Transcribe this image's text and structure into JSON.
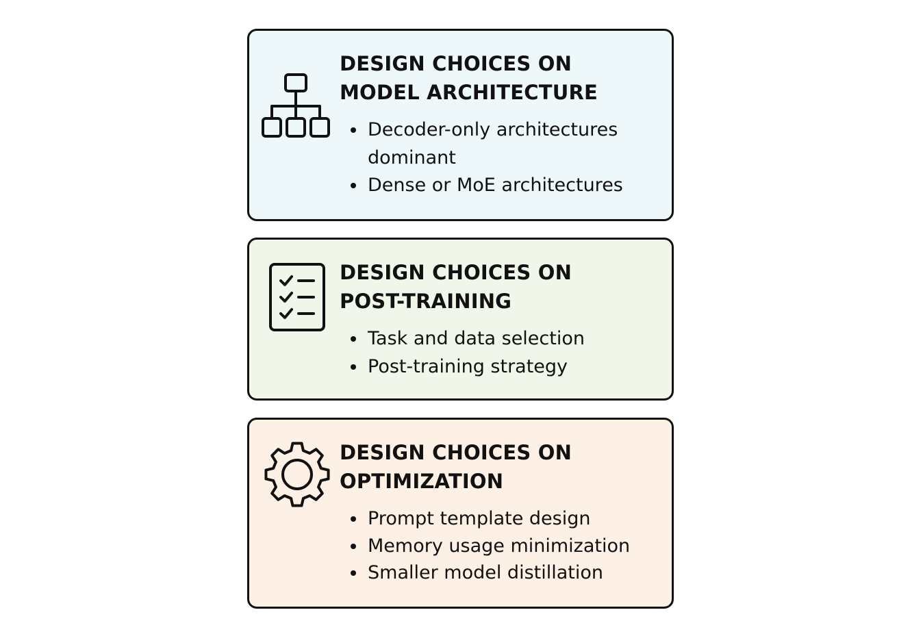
{
  "colors": {
    "border": "#111111",
    "card_architecture_bg": "#eef8fb",
    "card_post_training_bg": "#f0f7ea",
    "card_optimization_bg": "#fdf0e4"
  },
  "cards": [
    {
      "icon": "hierarchy-icon",
      "title_lines": [
        "DESIGN CHOICES ON",
        "MODEL ARCHITECTURE"
      ],
      "items": [
        "Decoder-only architectures dominant",
        "Dense or MoE architectures"
      ]
    },
    {
      "icon": "checklist-icon",
      "title_lines": [
        "DESIGN CHOICES ON",
        "POST-TRAINING"
      ],
      "items": [
        "Task and data selection",
        "Post-training strategy"
      ]
    },
    {
      "icon": "gear-icon",
      "title_lines": [
        "DESIGN CHOICES ON",
        "OPTIMIZATION"
      ],
      "items": [
        "Prompt template design",
        "Memory usage minimization",
        "Smaller model distillation"
      ]
    }
  ]
}
